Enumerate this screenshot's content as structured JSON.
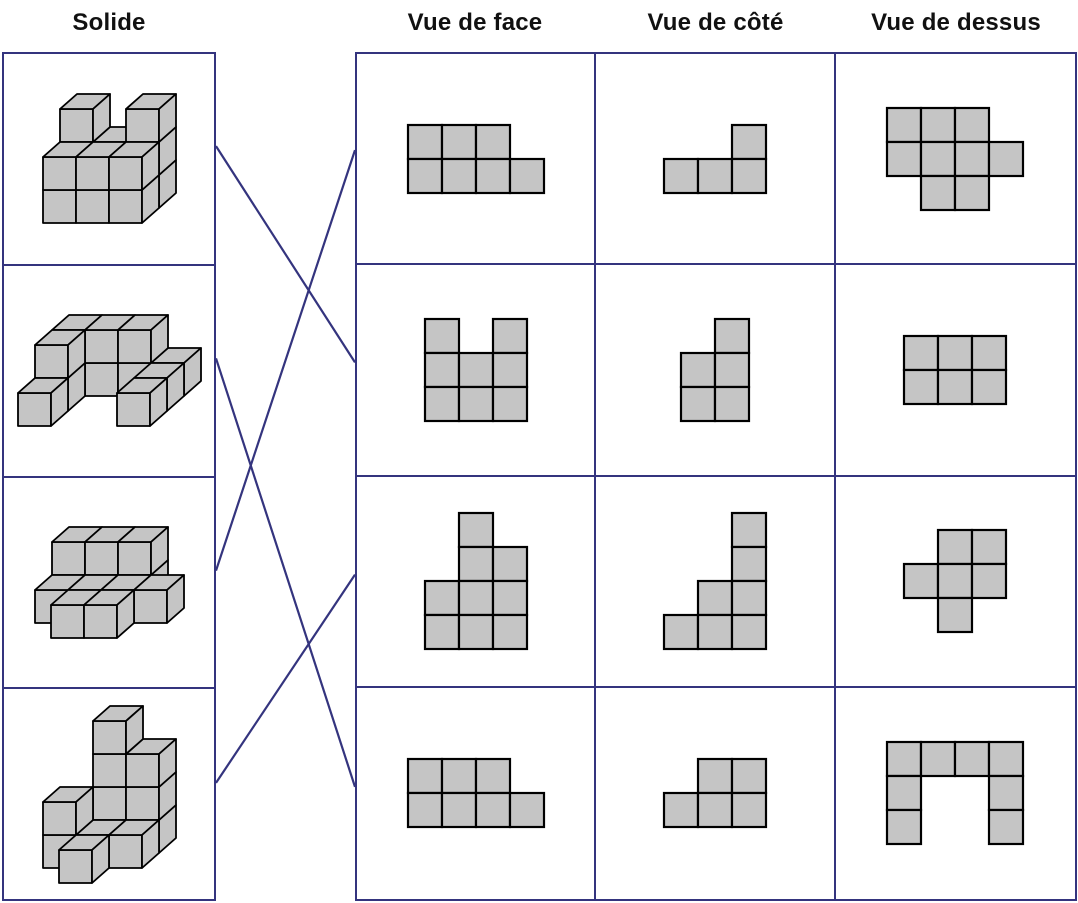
{
  "headers": {
    "solide": "Solide",
    "vue_de_face": "Vue de face",
    "vue_de_cote": "Vue de côté",
    "vue_de_dessus": "Vue de dessus"
  },
  "colors": {
    "border": "#34347e",
    "connection_line": "#34347e",
    "shape_fill": "#c5c5c5",
    "shape_stroke": "#000000",
    "text": "#111111",
    "background": "#ffffff"
  },
  "solids": [
    {
      "id": 1,
      "cubes": [
        [
          0,
          1,
          0
        ],
        [
          0,
          1,
          1
        ],
        [
          0,
          1,
          2
        ],
        [
          1,
          1,
          0
        ],
        [
          1,
          1,
          1
        ],
        [
          2,
          1,
          0
        ],
        [
          2,
          1,
          1
        ],
        [
          2,
          1,
          2
        ],
        [
          0,
          0,
          0
        ],
        [
          0,
          0,
          1
        ],
        [
          1,
          0,
          0
        ],
        [
          1,
          0,
          1
        ],
        [
          2,
          0,
          0
        ],
        [
          2,
          0,
          1
        ]
      ]
    },
    {
      "id": 2,
      "cubes": [
        [
          0,
          2,
          0
        ],
        [
          0,
          2,
          1
        ],
        [
          1,
          2,
          0
        ],
        [
          1,
          2,
          1
        ],
        [
          2,
          2,
          0
        ],
        [
          2,
          2,
          1
        ],
        [
          3,
          2,
          0
        ],
        [
          0,
          1,
          0
        ],
        [
          0,
          1,
          1
        ],
        [
          3,
          1,
          0
        ],
        [
          0,
          0,
          0
        ],
        [
          3,
          0,
          0
        ]
      ]
    },
    {
      "id": 3,
      "cubes": [
        [
          0,
          2,
          0
        ],
        [
          0,
          2,
          1
        ],
        [
          1,
          2,
          0
        ],
        [
          1,
          2,
          1
        ],
        [
          2,
          2,
          0
        ],
        [
          2,
          2,
          1
        ],
        [
          0,
          1,
          0
        ],
        [
          1,
          1,
          0
        ],
        [
          2,
          1,
          0
        ],
        [
          3,
          1,
          0
        ],
        [
          1,
          0,
          0
        ],
        [
          2,
          0,
          0
        ]
      ]
    },
    {
      "id": 4,
      "cubes": [
        [
          1,
          2,
          0
        ],
        [
          1,
          2,
          1
        ],
        [
          1,
          2,
          2
        ],
        [
          1,
          2,
          3
        ],
        [
          2,
          2,
          0
        ],
        [
          2,
          2,
          1
        ],
        [
          2,
          2,
          2
        ],
        [
          0,
          1,
          0
        ],
        [
          0,
          1,
          1
        ],
        [
          1,
          1,
          0
        ],
        [
          2,
          1,
          0
        ],
        [
          1,
          0,
          0
        ]
      ]
    }
  ],
  "views": [
    {
      "row": 1,
      "face": [
        [
          1,
          1,
          1,
          0
        ],
        [
          1,
          1,
          1,
          1
        ]
      ],
      "cote": [
        [
          0,
          0,
          1
        ],
        [
          1,
          1,
          1
        ]
      ],
      "dessus": [
        [
          1,
          1,
          1,
          0
        ],
        [
          1,
          1,
          1,
          1
        ],
        [
          0,
          1,
          1,
          0
        ]
      ]
    },
    {
      "row": 2,
      "face": [
        [
          1,
          0,
          1
        ],
        [
          1,
          1,
          1
        ],
        [
          1,
          1,
          1
        ]
      ],
      "cote": [
        [
          0,
          1
        ],
        [
          1,
          1
        ],
        [
          1,
          1
        ]
      ],
      "dessus": [
        [
          1,
          1,
          1
        ],
        [
          1,
          1,
          1
        ]
      ]
    },
    {
      "row": 3,
      "face": [
        [
          0,
          1,
          0
        ],
        [
          0,
          1,
          1
        ],
        [
          1,
          1,
          1
        ],
        [
          1,
          1,
          1
        ]
      ],
      "cote": [
        [
          0,
          0,
          1
        ],
        [
          0,
          0,
          1
        ],
        [
          0,
          1,
          1
        ],
        [
          1,
          1,
          1
        ]
      ],
      "dessus": [
        [
          0,
          1,
          1
        ],
        [
          1,
          1,
          1
        ],
        [
          0,
          1,
          0
        ]
      ]
    },
    {
      "row": 4,
      "face": [
        [
          1,
          1,
          1,
          0
        ],
        [
          1,
          1,
          1,
          1
        ]
      ],
      "cote": [
        [
          0,
          1,
          1
        ],
        [
          1,
          1,
          1
        ]
      ],
      "dessus": [
        [
          1,
          1,
          1,
          1
        ],
        [
          1,
          0,
          0,
          1
        ],
        [
          1,
          0,
          0,
          1
        ]
      ]
    }
  ],
  "connections": [
    {
      "solid": 1,
      "views_row": 2
    },
    {
      "solid": 2,
      "views_row": 4
    },
    {
      "solid": 3,
      "views_row": 1
    },
    {
      "solid": 4,
      "views_row": 3
    }
  ]
}
